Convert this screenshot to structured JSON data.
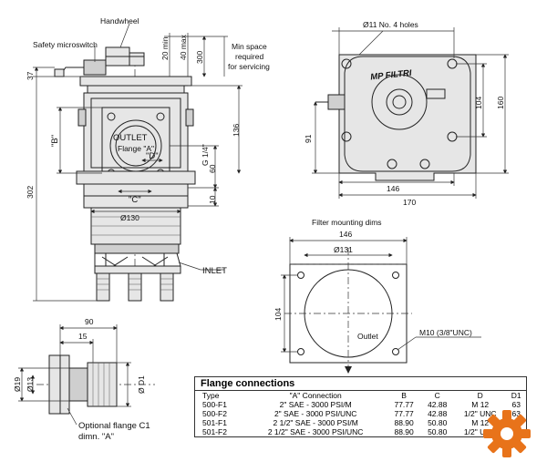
{
  "labels": {
    "handwheel": "Handwheel",
    "safety_switch": "Safety microswitch",
    "min_space": [
      "Min space",
      "required",
      "for servicing"
    ],
    "outlet": "OUTLET",
    "flange_a": "Flange \"A\"",
    "dim_b": "\"B\"",
    "dim_c": "\"C\"",
    "dim_d": "\"D\"",
    "g_quarter": "G 1/4\"",
    "inlet": "INLET",
    "holes": "Ø11 No. 4 holes",
    "filter_mounting": "Filter mounting dims",
    "outlet_small": "Outlet",
    "m10": "M10 (3/8\"UNC)",
    "optional_flange": [
      "Optional flange C1",
      "dimn. \"A\""
    ],
    "brand": "MP FILTRI"
  },
  "dimensions": {
    "d20min": "20 min",
    "d40max": "40 max",
    "d300": "300",
    "d37": "37",
    "d302": "302",
    "d136": "136",
    "d60": "60",
    "d10": "10",
    "d130": "Ø130",
    "d91": "91",
    "d104": "104",
    "d160": "160",
    "d146": "146",
    "d170": "170",
    "f146": "146",
    "f131": "Ø131",
    "f104": "104",
    "d90": "90",
    "d15": "15",
    "d19": "Ø19",
    "d13": "Ø13",
    "dD1": "Ø D1"
  },
  "table": {
    "title": "Flange connections",
    "headers": [
      "Type",
      "\"A\" Connection",
      "B",
      "C",
      "D",
      "D1"
    ],
    "rows": [
      [
        "500-F1",
        "2\" SAE - 3000 PSI/M",
        "77.77",
        "42.88",
        "M 12",
        "63"
      ],
      [
        "500-F2",
        "2\" SAE - 3000 PSI/UNC",
        "77.77",
        "42.88",
        "1/2\" UNC",
        "63"
      ],
      [
        "501-F1",
        "2 1/2\" SAE - 3000 PSI/M",
        "88.90",
        "50.80",
        "M 12",
        "76"
      ],
      [
        "501-F2",
        "2 1/2\" SAE - 3000 PSI/UNC",
        "88.90",
        "50.80",
        "1/2\" UNC",
        "76"
      ]
    ]
  },
  "colors": {
    "logo": "#e8731a"
  }
}
